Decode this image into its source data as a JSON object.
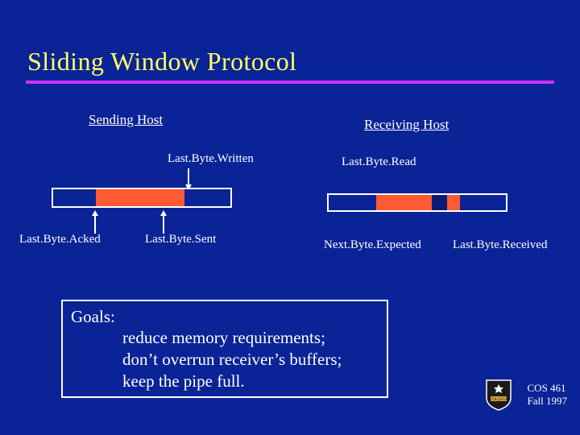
{
  "slide": {
    "title": "Sliding Window Protocol",
    "accent_rule_color": "#cc33ff",
    "title_color": "#ffff66",
    "background_color": "#0a2396",
    "segment_color": "#ff5a33",
    "dark_segment_color": "#0a1a7a"
  },
  "sending_host": {
    "heading": "Sending Host",
    "top_label": "Last.Byte.Written",
    "bottom_left_label": "Last.Byte.Acked",
    "bottom_mid_label": "Last.Byte.Sent"
  },
  "receiving_host": {
    "heading": "Receiving Host",
    "top_label": "Last.Byte.Read",
    "bottom_left_label": "Next.Byte.Expected",
    "bottom_right_label": "Last.Byte.Received"
  },
  "goals": {
    "title": "Goals:",
    "items": [
      "reduce memory requirements;",
      "don’t overrun receiver’s buffers;",
      "keep the pipe full."
    ]
  },
  "footer": {
    "course": "COS 461",
    "term": "Fall 1997",
    "crest_icon": "shield-crest-icon"
  }
}
